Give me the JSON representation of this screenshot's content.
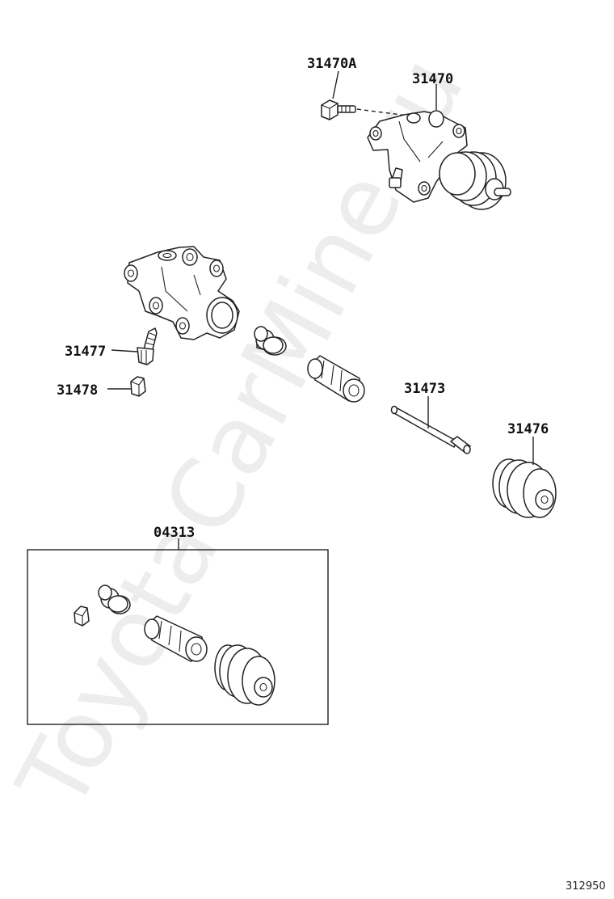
{
  "watermark": "ToyotaCarMine.ru",
  "figure_number": "312950",
  "labels": {
    "p31470A": "31470A",
    "p31470": "31470",
    "p31477": "31477",
    "p31478": "31478",
    "p31473": "31473",
    "p31476": "31476",
    "p04313": "04313"
  },
  "parts": [
    {
      "number": "31470A",
      "name": "bolt-icon"
    },
    {
      "number": "31470",
      "name": "clutch-release-cylinder-icon"
    },
    {
      "number": "31477",
      "name": "bleeder-plug-icon"
    },
    {
      "number": "31478",
      "name": "bleeder-cap-icon"
    },
    {
      "number": "31473",
      "name": "push-rod-icon"
    },
    {
      "number": "31476",
      "name": "boot-icon"
    },
    {
      "number": "04313",
      "name": "repair-kit-icon"
    }
  ]
}
